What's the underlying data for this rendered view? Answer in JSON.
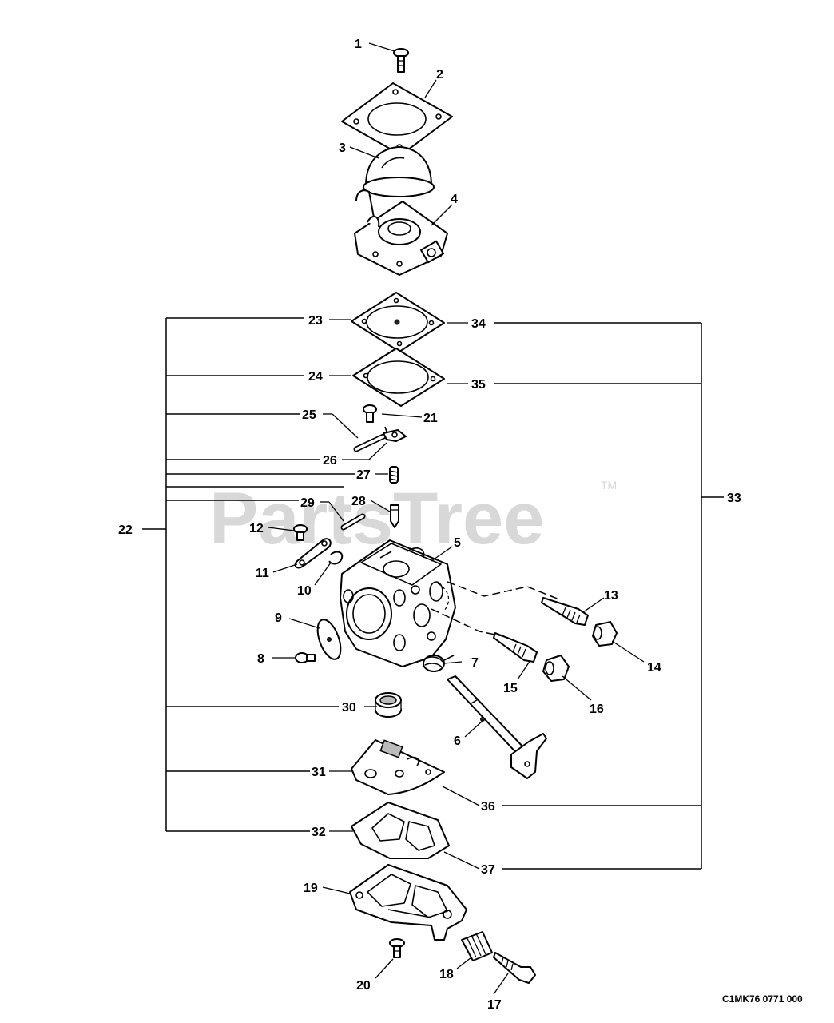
{
  "watermark": {
    "text": "PartsTree",
    "tm": "TM"
  },
  "diagram_code": "C1MK76 0771 000",
  "callouts": [
    "1",
    "2",
    "3",
    "4",
    "5",
    "6",
    "7",
    "8",
    "9",
    "10",
    "11",
    "12",
    "13",
    "14",
    "15",
    "16",
    "17",
    "18",
    "19",
    "20",
    "21",
    "22",
    "23",
    "24",
    "25",
    "26",
    "27",
    "28",
    "29",
    "30",
    "31",
    "32",
    "33",
    "34",
    "35",
    "36",
    "37"
  ]
}
